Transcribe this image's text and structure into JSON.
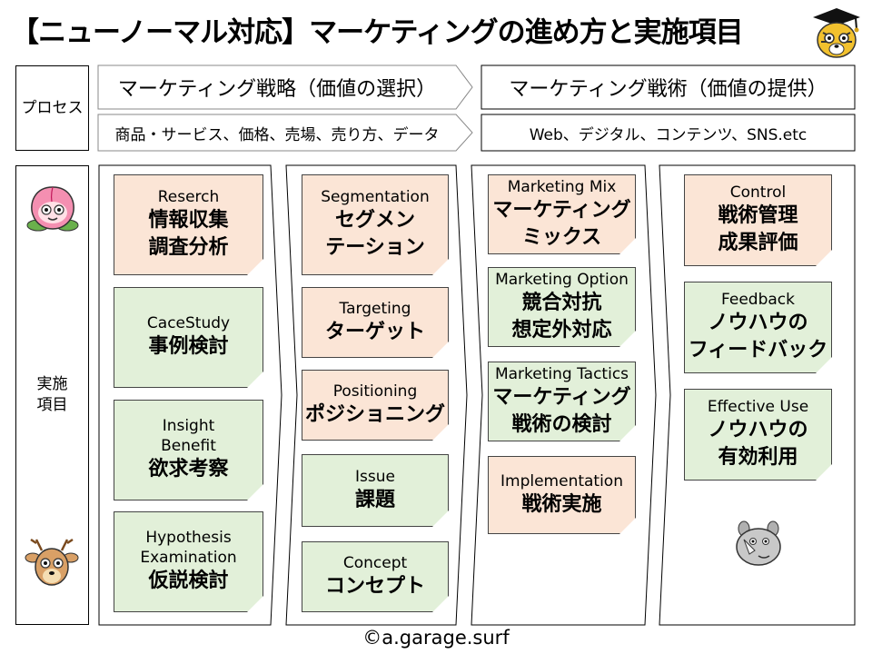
{
  "title": "【ニューノーマル対応】マーケティングの進め方と実施項目",
  "row_labels": {
    "process": "プロセス",
    "items_line1": "実施",
    "items_line2": "項目"
  },
  "headers": {
    "strategy": "マーケティング戦略（価値の選択）",
    "tactics": "マーケティング戦術（価値の提供）",
    "strategy_sub": "商品・サービス、価格、売場、売り方、データ",
    "tactics_sub": "Web、デジタル、コンテンツ、SNS.etc"
  },
  "columns": [
    {
      "notes": [
        {
          "en": "Reserch",
          "ja1": "情報収集",
          "ja2": "調査分析",
          "color": "pink"
        },
        {
          "en": "CaceStudy",
          "ja1": "事例検討",
          "ja2": "",
          "color": "green"
        },
        {
          "en": "Insight",
          "en2": "Benefit",
          "ja1": "欲求考察",
          "ja2": "",
          "color": "green"
        },
        {
          "en": "Hypothesis",
          "en2": "Examination",
          "ja1": "仮説検討",
          "ja2": "",
          "color": "green"
        }
      ]
    },
    {
      "notes": [
        {
          "en": "Segmentation",
          "ja1": "セグメン",
          "ja2": "テーション",
          "color": "pink"
        },
        {
          "en": "Targeting",
          "ja1": "ターゲット",
          "ja2": "",
          "color": "pink"
        },
        {
          "en": "Positioning",
          "ja1": "ポジショニング",
          "ja2": "",
          "color": "pink"
        },
        {
          "en": "Issue",
          "ja1": "課題",
          "ja2": "",
          "color": "green"
        },
        {
          "en": "Concept",
          "ja1": "コンセプト",
          "ja2": "",
          "color": "green"
        }
      ]
    },
    {
      "notes": [
        {
          "en": "Marketing Mix",
          "ja1": "マーケティング",
          "ja2": "ミックス",
          "color": "pink"
        },
        {
          "en": "Marketing Option",
          "ja1": "競合対抗",
          "ja2": "想定外対応",
          "color": "green"
        },
        {
          "en": "Marketing Tactics",
          "ja1": "マーケティング",
          "ja2": "戦術の検討",
          "color": "green"
        },
        {
          "en": "Implementation",
          "ja1": "戦術実施",
          "ja2": "",
          "color": "pink"
        }
      ]
    },
    {
      "notes": [
        {
          "en": "Control",
          "ja1": "戦術管理",
          "ja2": "成果評価",
          "color": "pink"
        },
        {
          "en": "Feedback",
          "ja1": "ノウハウの",
          "ja2": "フィードバック",
          "color": "green"
        },
        {
          "en": "Effective Use",
          "ja1": "ノウハウの",
          "ja2": "有効利用",
          "color": "green"
        }
      ]
    }
  ],
  "footer": "©a.garage.surf",
  "colors": {
    "pink": "#fbe5d6",
    "green": "#e2f0d9",
    "border": "#444444"
  },
  "icons": {
    "top_right": "tiger-graduate-icon",
    "peach": "peach-character-icon",
    "deer": "deer-character-icon",
    "rhino": "rhino-character-icon"
  }
}
